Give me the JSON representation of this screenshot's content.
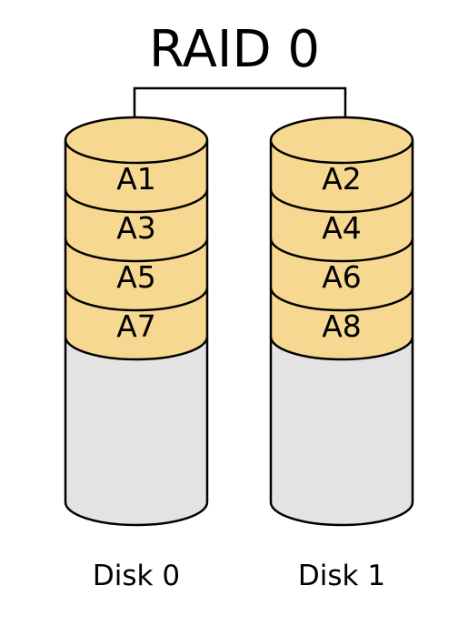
{
  "title": "RAID 0",
  "colors": {
    "stripe_fill": "#f6d890",
    "empty_fill": "#e3e3e3",
    "stroke": "#000000",
    "background": "#ffffff"
  },
  "disks": [
    {
      "label": "Disk 0",
      "blocks": [
        "A1",
        "A3",
        "A5",
        "A7"
      ]
    },
    {
      "label": "Disk 1",
      "blocks": [
        "A2",
        "A4",
        "A6",
        "A8"
      ]
    }
  ]
}
